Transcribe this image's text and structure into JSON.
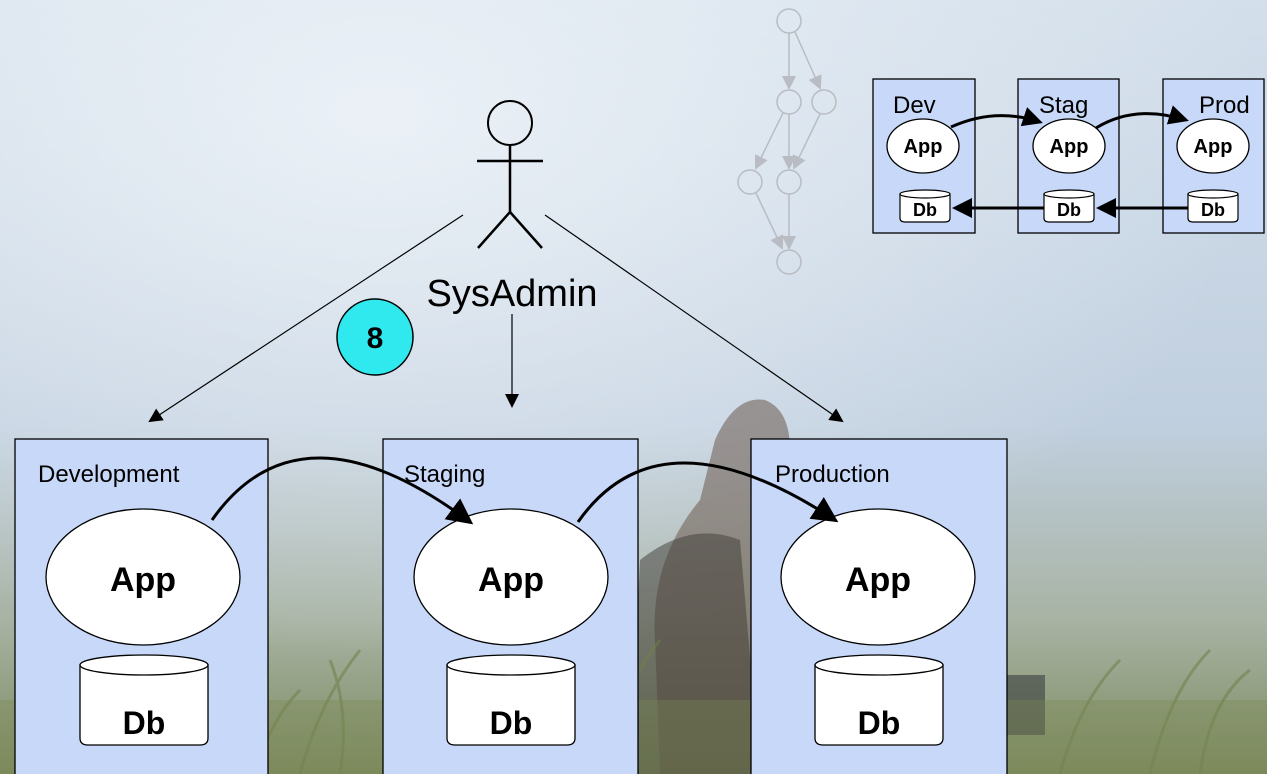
{
  "actor": {
    "label": "SysAdmin"
  },
  "badge": {
    "number": "8"
  },
  "environments": [
    {
      "name": "Development",
      "app_label": "App",
      "db_label": "Db"
    },
    {
      "name": "Staging",
      "app_label": "App",
      "db_label": "Db"
    },
    {
      "name": "Production",
      "app_label": "App",
      "db_label": "Db"
    }
  ],
  "mini_environments": [
    {
      "name": "Dev",
      "app_label": "App",
      "db_label": "Db"
    },
    {
      "name": "Stag",
      "app_label": "App",
      "db_label": "Db"
    },
    {
      "name": "Prod",
      "app_label": "App",
      "db_label": "Db"
    }
  ],
  "colors": {
    "environment_fill": "#c8d8f8",
    "badge_fill": "#2fe9ee",
    "background_top": "#c5d4e6",
    "background_bottom": "#6f7d5a"
  }
}
